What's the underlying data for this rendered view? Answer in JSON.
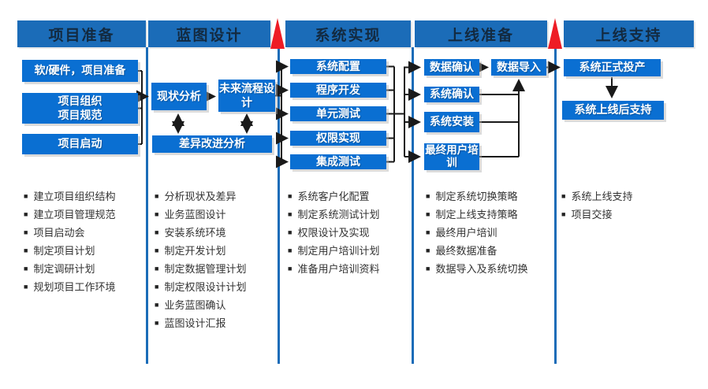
{
  "ui": {
    "bullet_glyph": "■",
    "colors": {
      "phase_header_bg": "#1b6cb8",
      "flow_box_bg": "#0a6fd2",
      "milestone_red": "#ee1c25",
      "divider_blue": "#1b6cb8",
      "connector_black": "#1a1a1a"
    }
  },
  "phases": [
    {
      "header": "项目准备",
      "boxes": [
        {
          "label": "软/硬件，项目准备"
        },
        {
          "label": "项目组织\n项目规范"
        },
        {
          "label": "项目启动"
        }
      ],
      "tasks": [
        "建立项目组织结构",
        "建立项目管理规范",
        "项目启动会",
        "制定项目计划",
        "制定调研计划",
        "规划项目工作环境"
      ]
    },
    {
      "header": "蓝图设计",
      "boxes": [
        {
          "label": "现状分析"
        },
        {
          "label": "未来流程设计"
        },
        {
          "label": "差异改进分析"
        }
      ],
      "tasks": [
        "分析现状及差异",
        "业务蓝图设计",
        "安装系统环境",
        "制定开发计划",
        "制定数据管理计划",
        "制定权限设计计划",
        "业务蓝图确认",
        "蓝图设计汇报"
      ]
    },
    {
      "header": "系统实现",
      "boxes": [
        {
          "label": "系统配置"
        },
        {
          "label": "程序开发"
        },
        {
          "label": "单元测试"
        },
        {
          "label": "权限实现"
        },
        {
          "label": "集成测试"
        }
      ],
      "tasks": [
        "系统客户化配置",
        "制定系统测试计划",
        "权限设计及实现",
        "制定用户培训计划",
        "准备用户培训资料"
      ]
    },
    {
      "header": "上线准备",
      "boxes": [
        {
          "label": "数据确认"
        },
        {
          "label": "数据导入"
        },
        {
          "label": "系统确认"
        },
        {
          "label": "系统安装"
        },
        {
          "label": "最终用户培训"
        }
      ],
      "tasks": [
        "制定系统切换策略",
        "制定上线支持策略",
        "最终用户培训",
        "最终数据准备",
        "数据导入及系统切换"
      ]
    },
    {
      "header": "上线支持",
      "boxes": [
        {
          "label": "系统正式投产"
        },
        {
          "label": "系统上线后支持"
        }
      ],
      "tasks": [
        "系统上线支持",
        "项目交接"
      ]
    }
  ]
}
